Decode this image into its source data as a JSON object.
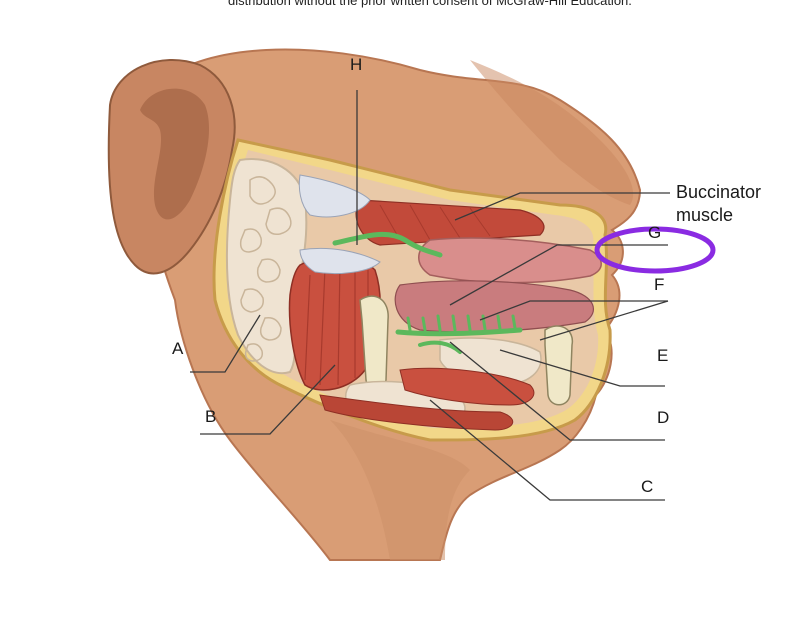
{
  "copyright_text": "distribution without the prior written consent of McGraw-Hill Education.",
  "labels": {
    "A": "A",
    "B": "B",
    "C": "C",
    "D": "D",
    "E": "E",
    "F": "F",
    "G": "G",
    "H": "H",
    "buccinator_line1": "Buccinator",
    "buccinator_line2": "muscle"
  },
  "colors": {
    "skin": "#d59a72",
    "skin_shadow": "#b87652",
    "muscle": "#c9503f",
    "gland": "#efe3d2",
    "nerve_duct": "#5cb85c",
    "highlight_circle": "#8a2be2"
  }
}
